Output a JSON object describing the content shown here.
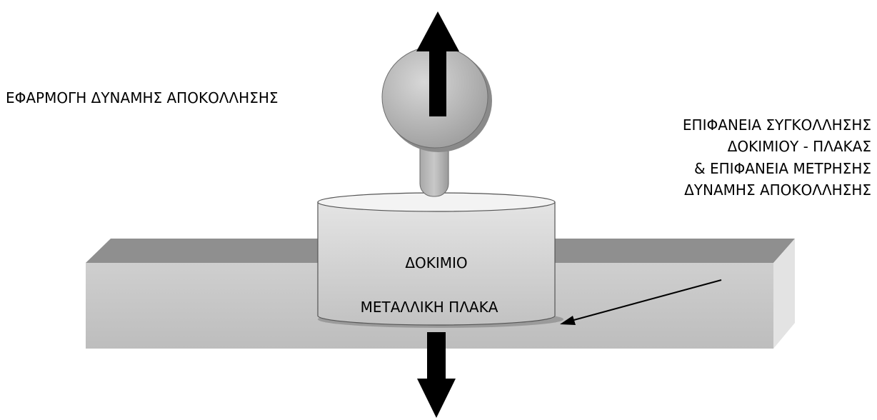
{
  "labels": {
    "apply_force": "ΕΦΑΡΜΟΓΗ ΔΥΝΑΜΗΣ ΑΠΟΚΟΛΛΗΣΗΣ",
    "specimen": "ΔΟΚΙΜΙΟ",
    "metal_plate": "ΜΕΤΑΛΛΙΚΗ ΠΛΑΚΑ",
    "bonding_surface": [
      "ΕΠΙΦΑΝΕΙΑ ΣΥΓΚΟΛΛΗΣΗΣ",
      "ΔΟΚΙΜΙΟΥ - ΠΛΑΚΑΣ",
      "& ΕΠΙΦΑΝΕΙΑ ΜΕΤΡΗΣΗΣ",
      "ΔΥΝΑΜΗΣ ΑΠΟΚΟΛΛΗΣΗΣ"
    ]
  },
  "icons": {
    "up_arrow": "arrow-up-icon",
    "down_arrow": "arrow-down-icon",
    "pointer_arrow": "pointer-arrow-icon"
  },
  "colors": {
    "plate_top": "#8f8f8f",
    "plate_front": "#c4c4c4",
    "plate_side": "#e3e3e3",
    "knob": "#b8b8b8",
    "specimen_side": "#d6d6d6",
    "specimen_top": "#f2f2f2",
    "arrow": "#000000"
  }
}
